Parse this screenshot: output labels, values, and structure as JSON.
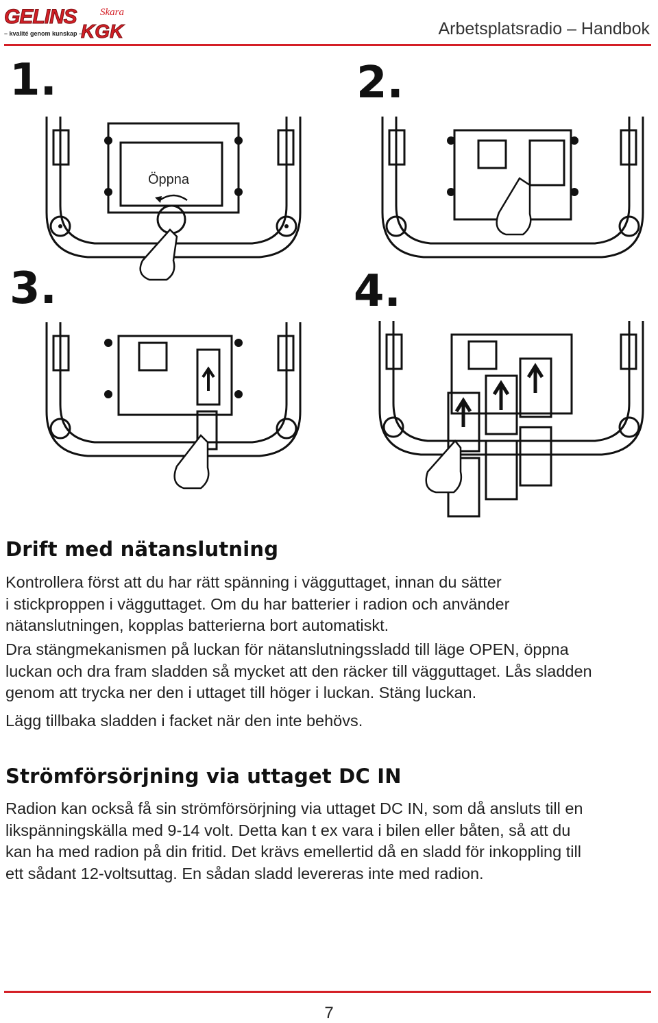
{
  "header": {
    "logo_name": "GELINS",
    "logo_place": "Skara",
    "logo_tagline": "– kvalité genom kunskap –",
    "logo_kgk": "KGK",
    "title": "Arbetsplatsradio – Handbok",
    "accent_color": "#d41f26"
  },
  "figures": {
    "steps": [
      "1.",
      "2.",
      "3.",
      "4."
    ],
    "open_label": "Öppna"
  },
  "section1": {
    "heading": "Drift med nätanslutning",
    "p1": [
      "Kontrollera först att du har rätt spänning i vägguttaget, innan du sätter",
      "i stickproppen i vägguttaget. Om du har batterier i radion och använder",
      "nätanslutningen, kopplas batterierna bort automatiskt."
    ],
    "p2": [
      "Dra stängmekanismen på luckan för nätanslutningssladd till läge OPEN, öppna",
      "luckan och dra fram sladden så mycket att den räcker till vägguttaget. Lås sladden",
      "genom att trycka ner den i uttaget till höger i luckan. Stäng luckan."
    ],
    "p3": "Lägg tillbaka sladden i facket när den inte behövs."
  },
  "section2": {
    "heading": "Strömförsörjning via uttaget DC IN",
    "p1": [
      "Radion kan också få sin strömförsörjning via uttaget DC IN, som då ansluts till en",
      "likspänningskälla med 9-14 volt. Detta kan t ex vara i bilen eller båten, så att du",
      "kan ha med radion på din fritid. Det krävs emellertid då en sladd för inkoppling till",
      "ett sådant 12-voltsuttag. En sådan sladd levereras inte med radion."
    ]
  },
  "footer": {
    "page_number": "7"
  }
}
